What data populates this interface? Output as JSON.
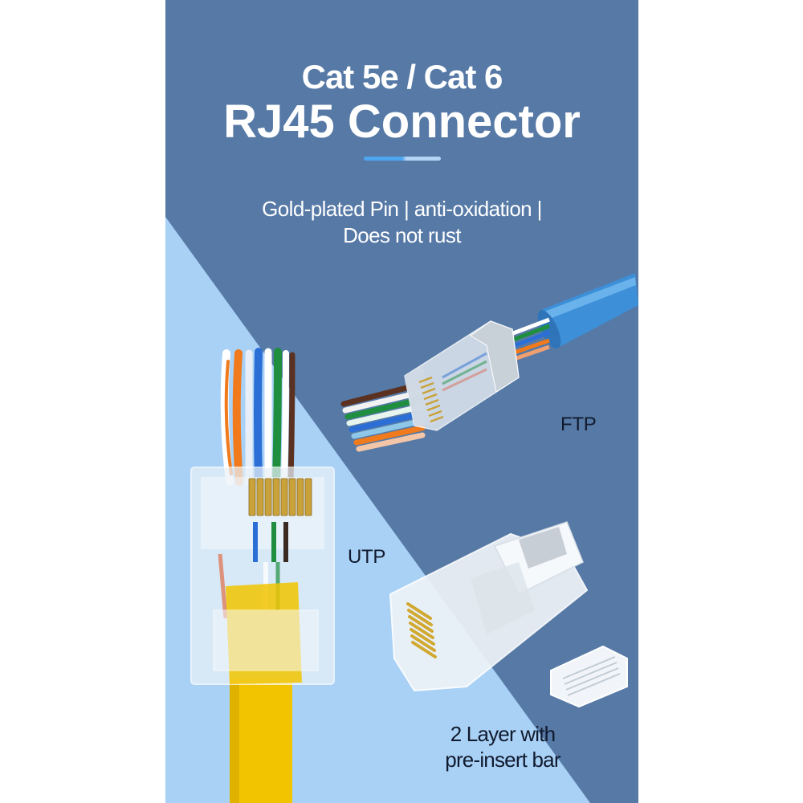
{
  "header": {
    "subtitle": "Cat 5e / Cat 6",
    "title": "RJ45 Connector"
  },
  "features": {
    "line1": "Gold-plated Pin | anti-oxidation |",
    "line2": "Does not rust"
  },
  "products": [
    {
      "label": "FTP",
      "description": "shielded pass-through connector on blue cable"
    },
    {
      "label": "UTP",
      "description": "pass-through connector on yellow cable"
    }
  ],
  "accessory": {
    "line1": "2 Layer with",
    "line2": "pre-insert bar"
  },
  "colors": {
    "panel_dark_blue": "#5679a6",
    "panel_light_blue": "#a9d1f5",
    "accent_bar_left": "#4da6ef",
    "accent_bar_right": "#b5d3f5",
    "heading_text": "#ffffff",
    "label_text": "#111a2e",
    "gold_pins": "#c9a23a",
    "utp_cable": "#f2c400",
    "ftp_cable": "#3d8fd8"
  },
  "wire_colors": [
    "#ffffff",
    "#f07a1c",
    "#2b6fd6",
    "#ffffff",
    "#1f8f3f",
    "#ffffff",
    "#5b3222",
    "#ffffff"
  ]
}
